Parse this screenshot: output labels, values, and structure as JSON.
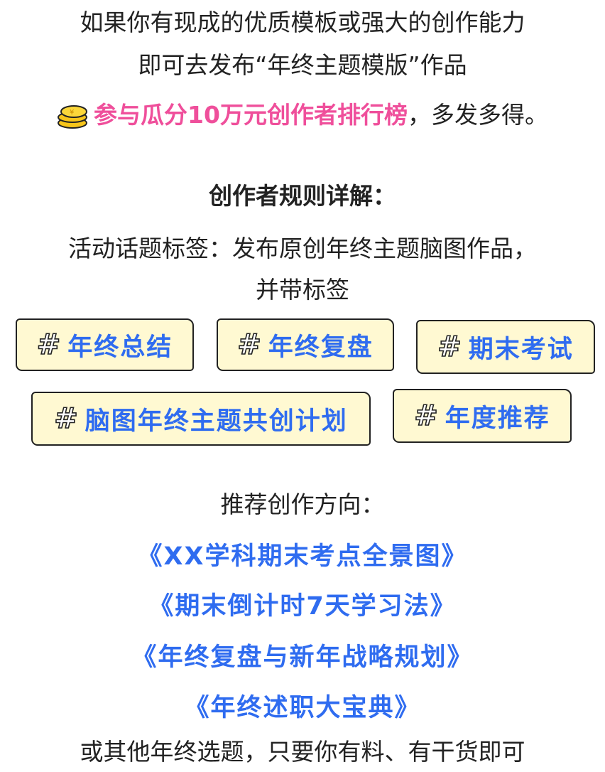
{
  "intro": {
    "line1": "如果你有现成的优质模板或强大的创作能力",
    "line2": "即可去发布“年终主题模版”作品",
    "highlight": "参与瓜分10万元创作者排行榜",
    "line3_rest": "，多发多得。"
  },
  "rules": {
    "heading": "创作者规则详解：",
    "desc_line1": "活动话题标签：发布原创年终主题脑图作品，",
    "desc_line2": "并带标签",
    "tags": [
      "年终总结",
      "年终复盘",
      "期末考试",
      "脑图年终主题共创计划",
      "年度推荐"
    ],
    "hash_symbol": "#"
  },
  "directions": {
    "heading": "推荐创作方向：",
    "items": [
      "《XX学科期末考点全景图》",
      "《期末倒计时7天学习法》",
      "《年终复盘与新年战略规划》",
      "《年终述职大宝典》"
    ],
    "footer": "或其他年终选题，只要你有料、有干货即可"
  },
  "colors": {
    "pink": "#ef4f9b",
    "blue": "#2f6cf0",
    "tag_bg": "#fff9d2"
  }
}
